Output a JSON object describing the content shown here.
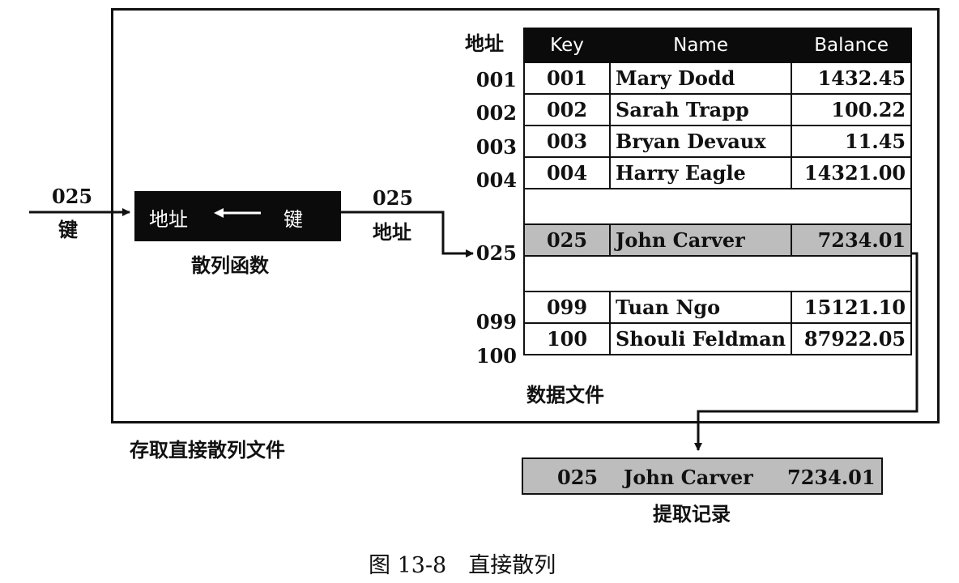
{
  "left": {
    "value": "025",
    "label": "键"
  },
  "hash_function": {
    "address_label": "地址",
    "key_label": "键",
    "caption": "散列函数"
  },
  "middle": {
    "value": "025",
    "label": "地址"
  },
  "address_header": "地址",
  "table": {
    "headers": [
      "Key",
      "Name",
      "Balance"
    ],
    "rows": [
      {
        "addr": "001",
        "key": "001",
        "name": "Mary Dodd",
        "balance": "1432.45"
      },
      {
        "addr": "002",
        "key": "002",
        "name": "Sarah Trapp",
        "balance": "100.22"
      },
      {
        "addr": "003",
        "key": "003",
        "name": "Bryan Devaux",
        "balance": "11.45"
      },
      {
        "addr": "004",
        "key": "004",
        "name": "Harry Eagle",
        "balance": "14321.00"
      },
      {
        "addr": "",
        "key": "",
        "name": "",
        "balance": ""
      },
      {
        "addr": "025",
        "key": "025",
        "name": "John Carver",
        "balance": "7234.01",
        "highlight": true
      },
      {
        "addr": "",
        "key": "",
        "name": "",
        "balance": ""
      },
      {
        "addr": "099",
        "key": "099",
        "name": "Tuan Ngo",
        "balance": "15121.10"
      },
      {
        "addr": "100",
        "key": "100",
        "name": "Shouli Feldman",
        "balance": "87922.05"
      }
    ],
    "caption": "数据文件"
  },
  "frame_caption": "存取直接散列文件",
  "retrieved": {
    "key": "025",
    "name": "John Carver",
    "balance": "7234.01",
    "caption": "提取记录"
  },
  "figure_caption": "图 13-8　直接散列"
}
